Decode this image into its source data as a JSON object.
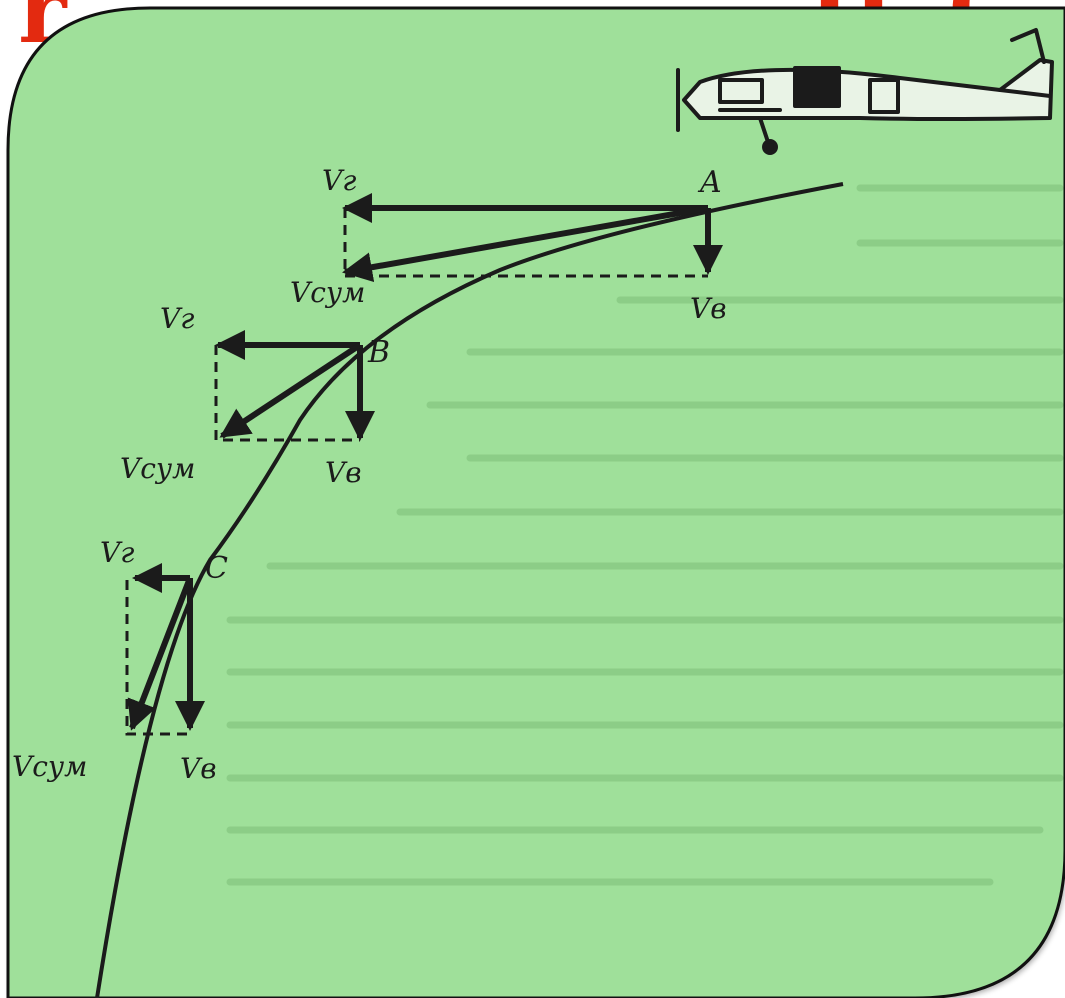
{
  "colors": {
    "panel": "#9fe09a",
    "ink": "#1b1b1b",
    "title": "#e32a10",
    "frame": "#111111"
  },
  "title_fragments": [
    "r",
    "П",
    "("
  ],
  "points": {
    "A": "A",
    "B": "B",
    "C": "C"
  },
  "labels": {
    "A": {
      "vh": "Vг",
      "vv": "Vв",
      "vsum": "Vсум"
    },
    "B": {
      "vh": "Vг",
      "vv": "Vв",
      "vsum": "Vсум"
    },
    "C": {
      "vh": "Vг",
      "vv": "Vв",
      "vsum": "Vсум"
    }
  },
  "icons": [
    "airplane-icon"
  ]
}
